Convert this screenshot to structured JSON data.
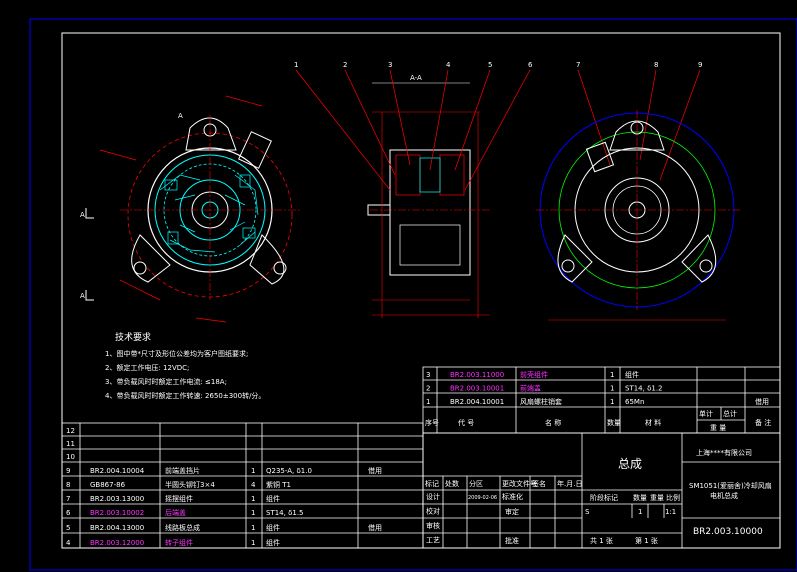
{
  "drawing": {
    "section_label": "A-A",
    "view_marker": "A",
    "balloons": [
      "1",
      "2",
      "3",
      "4",
      "5",
      "6",
      "7",
      "8",
      "9"
    ]
  },
  "tech_requirements": {
    "title": "技术要求",
    "items": [
      "1、图中带*尺寸及形位公差均为客户图纸要求;",
      "2、额定工作电压: 12VDC;",
      "3、带负载风时时额定工作电流: ≤18A;",
      "4、带负载风时时额定工作转速: 2650±300转/分。"
    ]
  },
  "parts_right": [
    {
      "no": "3",
      "code": "BR2.003.11000",
      "name": "前壳组件",
      "qty": "1",
      "mat": "组件",
      "note": "",
      "magenta": true
    },
    {
      "no": "2",
      "code": "BR2.003.10001",
      "name": "前端盖",
      "qty": "1",
      "mat": "ST14, δ1.2",
      "note": "",
      "magenta": true
    },
    {
      "no": "1",
      "code": "BR2.004.10001",
      "name": "风扇螺柱销套",
      "qty": "1",
      "mat": "65Mn",
      "note": "借用",
      "magenta": false
    }
  ],
  "parts_header": {
    "no": "序号",
    "code": "代 号",
    "name": "名 称",
    "qty": "数量",
    "mat": "材 料",
    "unit": "单计",
    "total": "总计",
    "weight": "重 量",
    "note": "备 注"
  },
  "parts_left": [
    {
      "no": "12",
      "code": "",
      "name": "",
      "qty": "",
      "mat": "",
      "note": "",
      "magenta": false
    },
    {
      "no": "11",
      "code": "",
      "name": "",
      "qty": "",
      "mat": "",
      "note": "",
      "magenta": false
    },
    {
      "no": "10",
      "code": "",
      "name": "",
      "qty": "",
      "mat": "",
      "note": "",
      "magenta": false
    },
    {
      "no": "9",
      "code": "BR2.004.10004",
      "name": "前端盖挡片",
      "qty": "1",
      "mat": "Q235-A, δ1.0",
      "note": "借用",
      "magenta": false
    },
    {
      "no": "8",
      "code": "GB867-86",
      "name": "半圆头铆钉3×4",
      "qty": "4",
      "mat": "紫铜 T1",
      "note": "",
      "magenta": false
    },
    {
      "no": "7",
      "code": "BR2.003.13000",
      "name": "摇摆组件",
      "qty": "1",
      "mat": "组件",
      "note": "",
      "magenta": false
    },
    {
      "no": "6",
      "code": "BR2.003.10002",
      "name": "后端盖",
      "qty": "1",
      "mat": "ST14, δ1.5",
      "note": "",
      "magenta": true
    },
    {
      "no": "5",
      "code": "BR2.004.13000",
      "name": "线路板总成",
      "qty": "1",
      "mat": "组件",
      "note": "借用",
      "magenta": false
    },
    {
      "no": "4",
      "code": "BR2.003.12000",
      "name": "转子组件",
      "qty": "1",
      "mat": "组件",
      "note": "",
      "magenta": true
    }
  ],
  "title_block": {
    "assembly": "总成",
    "company": "上海****有限公司",
    "product": "SM1051(爱丽舍)冷却风扇",
    "product2": "电机总成",
    "drawing_no": "BR2.003.10000",
    "rev_cols": [
      "标记",
      "处数",
      "分区",
      "更改文件号",
      "签名",
      "年.月.日"
    ],
    "sign_rows": [
      "设计",
      "校对",
      "审核",
      "工艺"
    ],
    "date": "2009-02-06",
    "std": "标准化",
    "review": "审定",
    "approve": "批准",
    "stage_hdr": [
      "阶段标记",
      "数量",
      "重量",
      "比例"
    ],
    "stage": "S",
    "qty": "1",
    "scale": "1:1",
    "sheets": "共 1 张",
    "sheet": "第 1 张"
  },
  "colors": {
    "background": "#000000",
    "frame": "#ffffff",
    "outer_border": "#0000ff",
    "dimension": "#ff0000",
    "center": "#00ffff",
    "circle_green": "#00ff00",
    "circle_blue": "#0000ff",
    "highlight": "#ff33ff"
  }
}
